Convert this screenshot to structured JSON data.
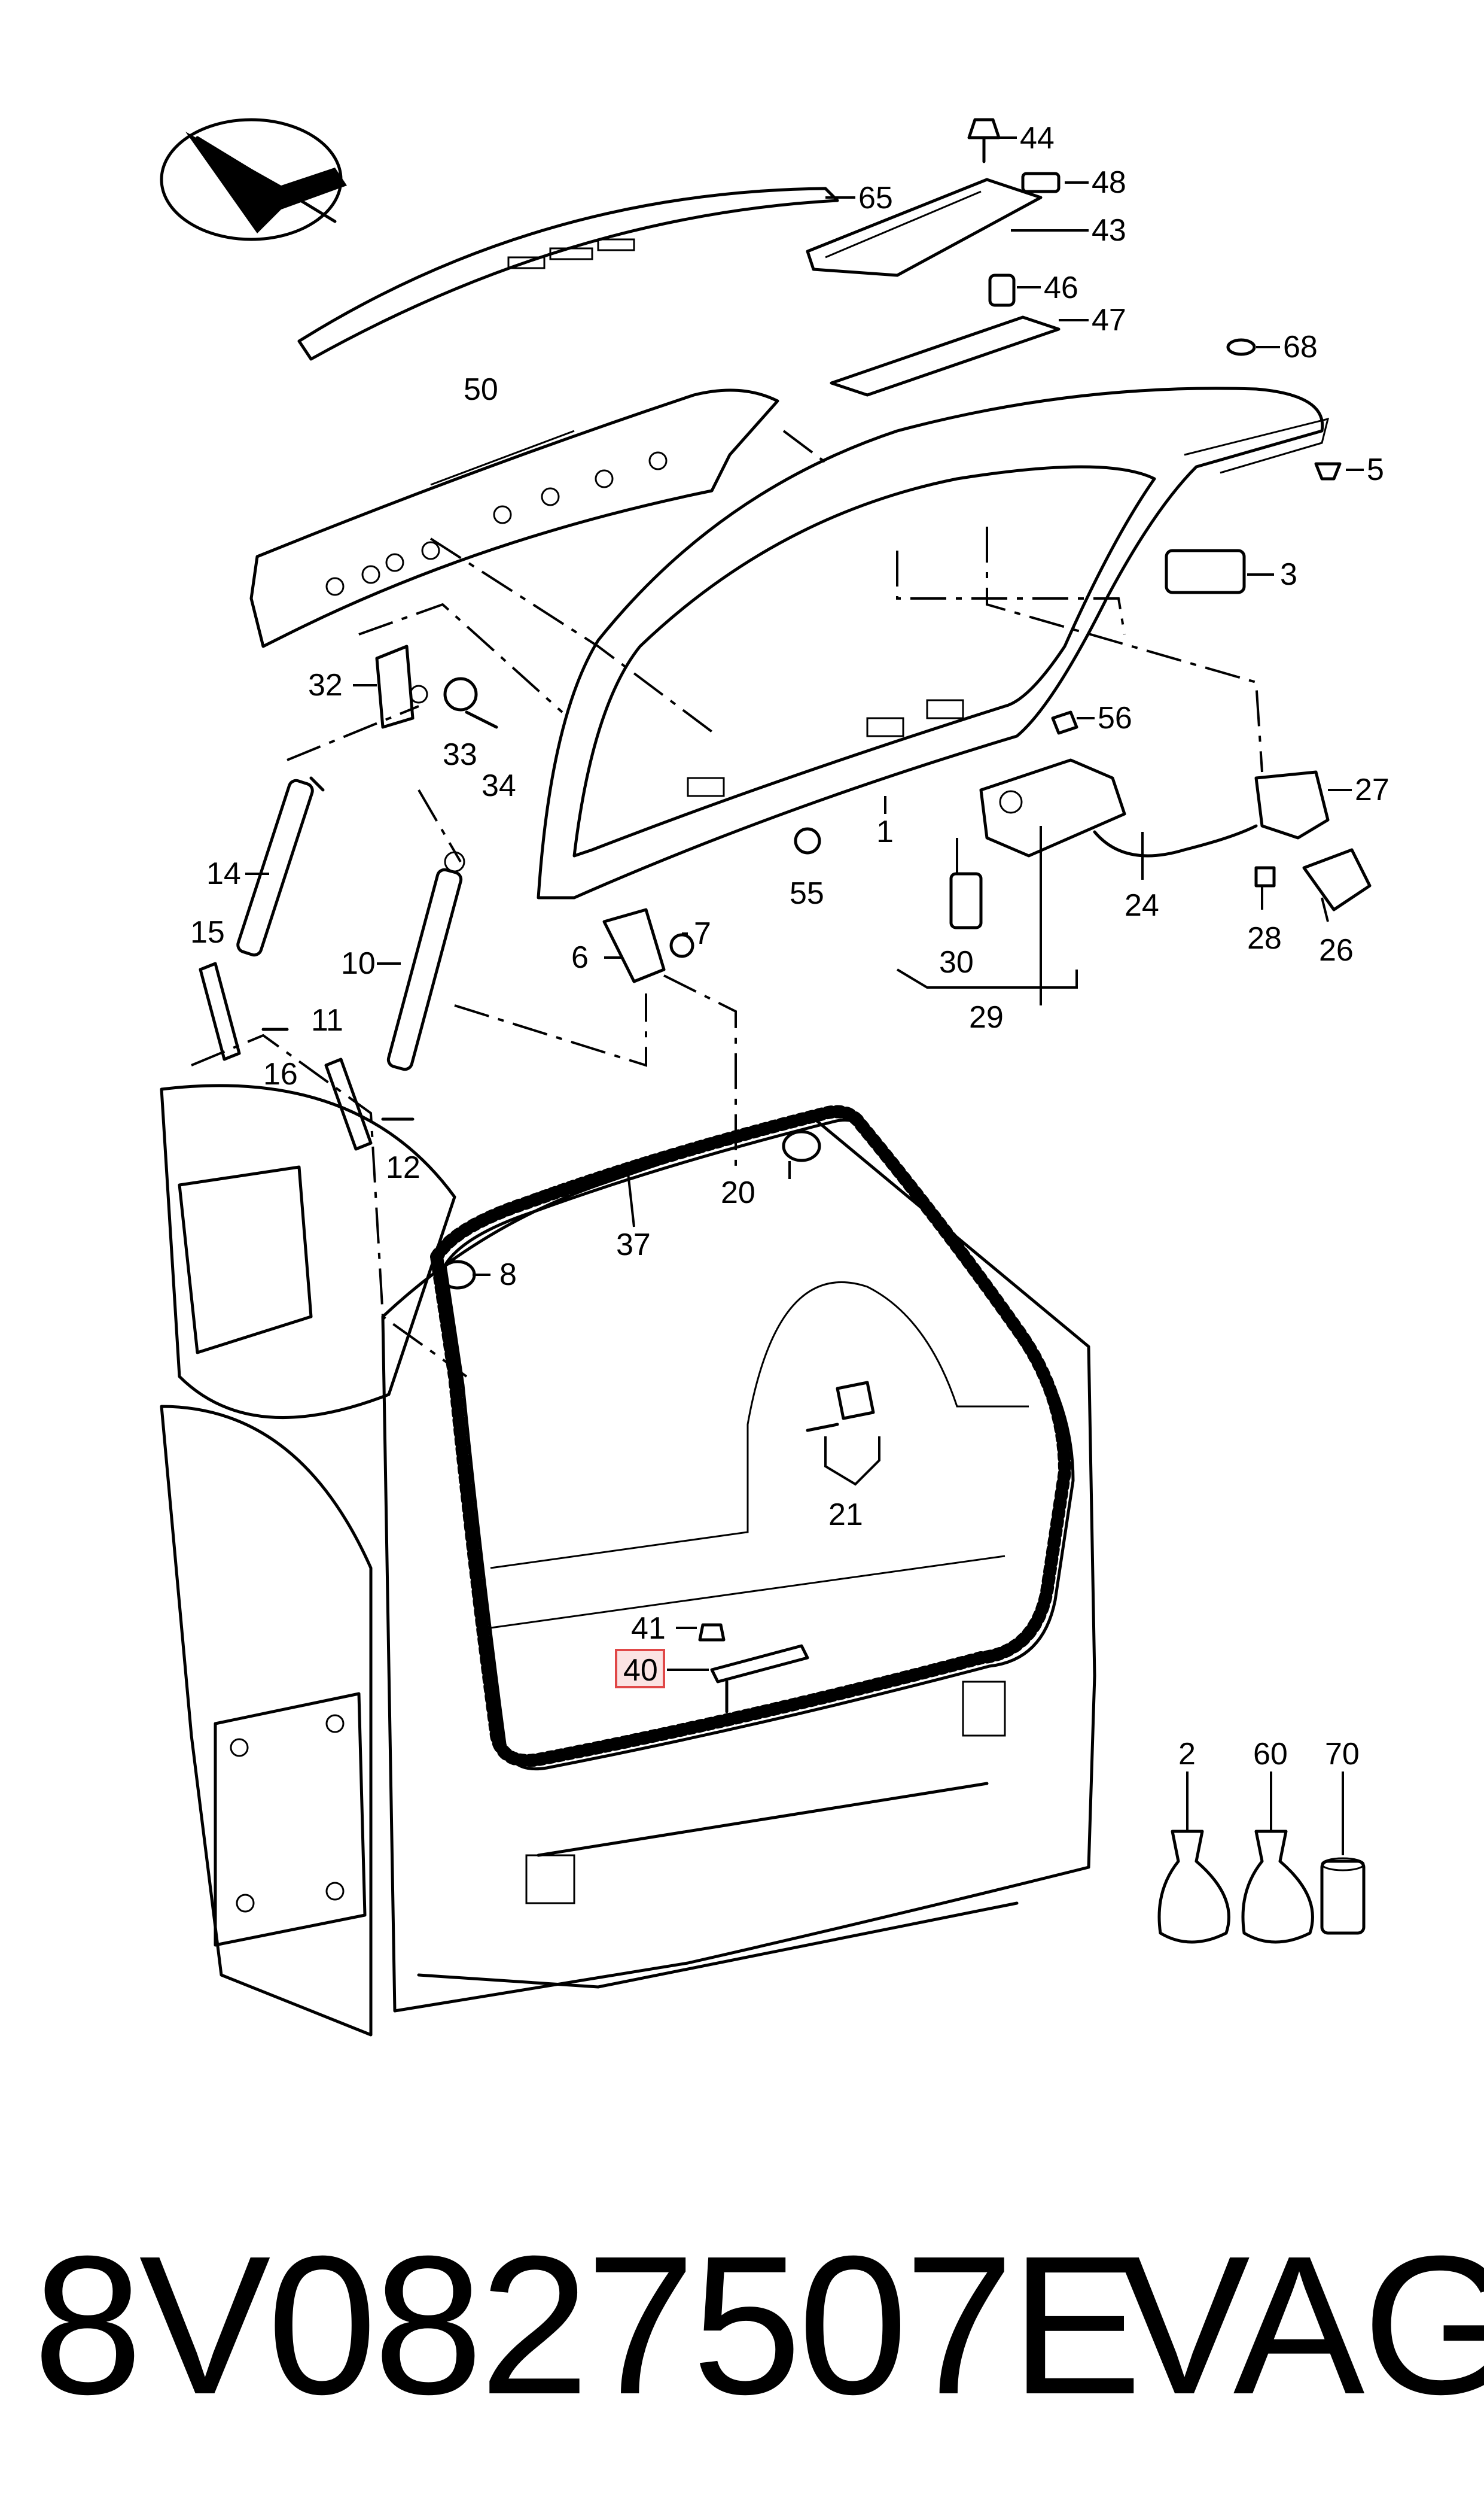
{
  "diagram": {
    "callouts": [
      {
        "id": "c44",
        "text": "44"
      },
      {
        "id": "c48",
        "text": "48"
      },
      {
        "id": "c65",
        "text": "65"
      },
      {
        "id": "c43",
        "text": "43"
      },
      {
        "id": "c46",
        "text": "46"
      },
      {
        "id": "c47",
        "text": "47"
      },
      {
        "id": "c68",
        "text": "68"
      },
      {
        "id": "c50",
        "text": "50"
      },
      {
        "id": "c5",
        "text": "5"
      },
      {
        "id": "c3",
        "text": "3"
      },
      {
        "id": "c32",
        "text": "32"
      },
      {
        "id": "c56",
        "text": "56"
      },
      {
        "id": "c33",
        "text": "33"
      },
      {
        "id": "c27",
        "text": "27"
      },
      {
        "id": "c34",
        "text": "34"
      },
      {
        "id": "c1",
        "text": "1"
      },
      {
        "id": "c14",
        "text": "14"
      },
      {
        "id": "c55",
        "text": "55"
      },
      {
        "id": "c24",
        "text": "24"
      },
      {
        "id": "c15",
        "text": "15"
      },
      {
        "id": "c28",
        "text": "28"
      },
      {
        "id": "c7",
        "text": "7"
      },
      {
        "id": "c6",
        "text": "6"
      },
      {
        "id": "c26",
        "text": "26"
      },
      {
        "id": "c10",
        "text": "10"
      },
      {
        "id": "c30",
        "text": "30"
      },
      {
        "id": "c29",
        "text": "29"
      },
      {
        "id": "c11",
        "text": "11"
      },
      {
        "id": "c16",
        "text": "16"
      },
      {
        "id": "c12",
        "text": "12"
      },
      {
        "id": "c20",
        "text": "20"
      },
      {
        "id": "c37",
        "text": "37"
      },
      {
        "id": "c8",
        "text": "8"
      },
      {
        "id": "c21",
        "text": "21"
      },
      {
        "id": "c41",
        "text": "41"
      },
      {
        "id": "c40",
        "text": "40",
        "highlighted": true
      },
      {
        "id": "c2",
        "text": "2"
      },
      {
        "id": "c60",
        "text": "60"
      },
      {
        "id": "c70",
        "text": "70"
      }
    ],
    "highlight_color": "#e04848"
  },
  "footer": {
    "part_number": "8V0827507E",
    "brand": "VAG"
  }
}
